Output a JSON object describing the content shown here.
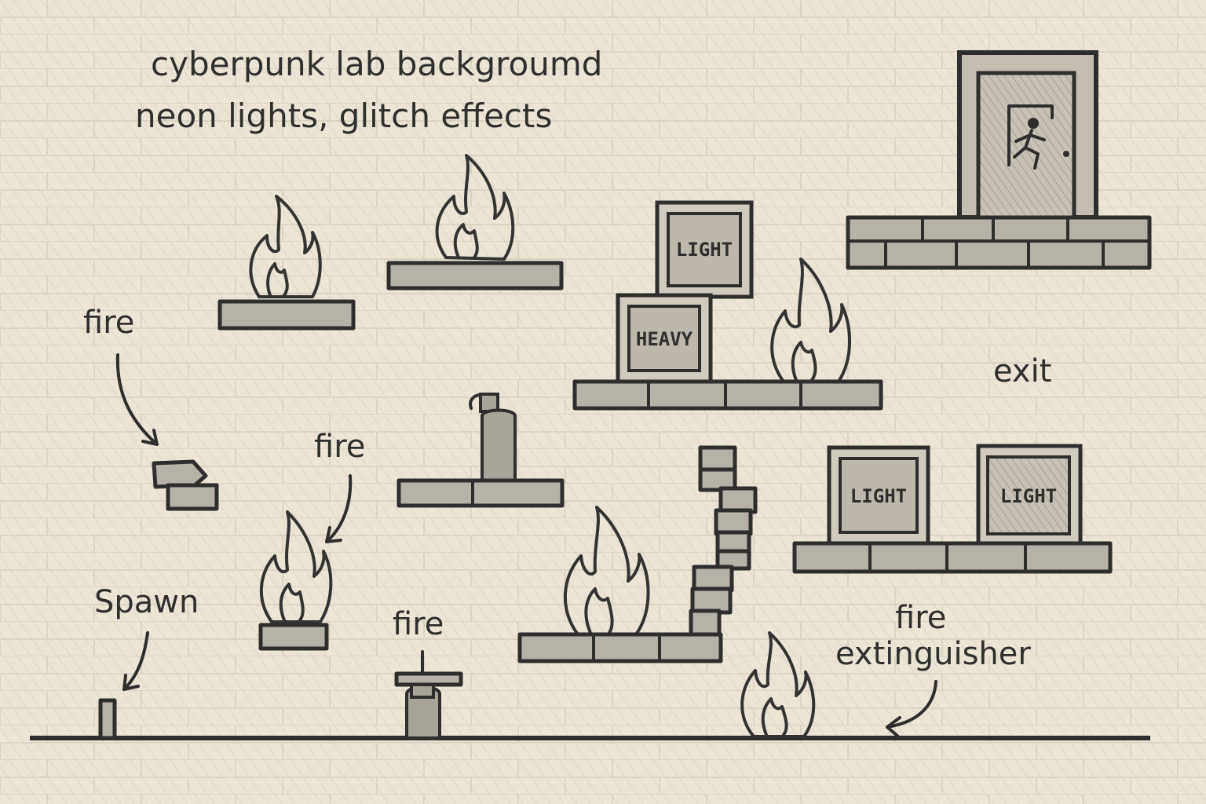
{
  "level_notes": {
    "background_line1": "cyberpunk lab backgroumd",
    "background_line2": "neon lights, glitch effects"
  },
  "annotations": {
    "fire_1": "fire",
    "fire_2": "fire",
    "fire_3": "fire",
    "spawn": "Spawn",
    "exit": "exit",
    "extinguisher_line1": "fire",
    "extinguisher_line2": "extinguisher"
  },
  "crates": {
    "light_top": "LIGHT",
    "heavy": "HEAVY",
    "light_left": "LIGHT",
    "light_right": "LIGHT"
  },
  "colors": {
    "paper": "#ece5d6",
    "ink": "#2e2e2e",
    "fill_gray": "#b7b2a8"
  },
  "icons": [
    "flame-icon",
    "fire-extinguisher-icon",
    "running-man-exit-icon",
    "spawn-marker-icon"
  ]
}
